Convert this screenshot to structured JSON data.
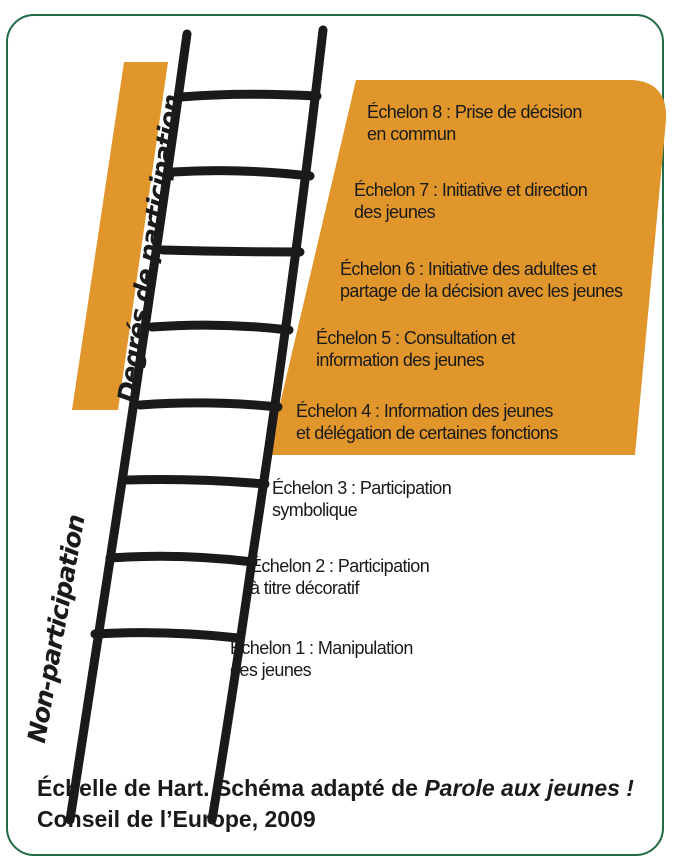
{
  "colors": {
    "frame": "#1f6b43",
    "participation_band": "#e0962b",
    "ladder": "#1a1a1a",
    "text": "#1a1a1a"
  },
  "side_labels": {
    "participation": "Degrés de participation",
    "non_participation": "Non-participation"
  },
  "rungs": [
    {
      "lines": [
        "Échelon 8 : Prise de décision",
        "en commun"
      ]
    },
    {
      "lines": [
        "Échelon 7 : Initiative et direction",
        "des jeunes"
      ]
    },
    {
      "lines": [
        "Échelon 6 : Initiative des adultes et",
        "partage de la décision avec les jeunes"
      ]
    },
    {
      "lines": [
        "Échelon 5 : Consultation et",
        "information des jeunes"
      ]
    },
    {
      "lines": [
        "Échelon 4 : Information des jeunes",
        "et délégation de certaines fonctions"
      ]
    },
    {
      "lines": [
        "Échelon 3 : Participation",
        "symbolique"
      ]
    },
    {
      "lines": [
        "Échelon 2 : Participation",
        "à titre décoratif"
      ]
    },
    {
      "lines": [
        "Échelon 1 : Manipulation",
        "des jeunes"
      ]
    }
  ],
  "caption": {
    "part1": "Échelle de Hart. Schéma adapté de ",
    "title_italic": "Parole aux jeunes !",
    "part2": " Conseil de l’Europe, 2009"
  }
}
